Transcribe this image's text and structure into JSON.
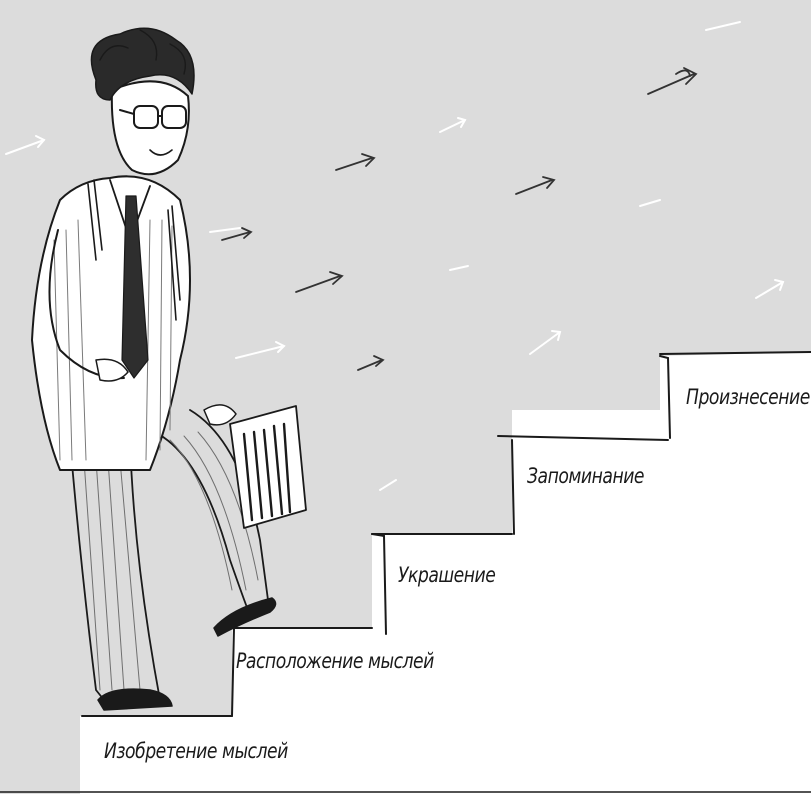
{
  "colors": {
    "background": "#dcdcdc",
    "stairs": "#ffffff",
    "ink": "#1a1a1a",
    "arrow_stroke": "#ffffff"
  },
  "illustration": {
    "subject": "sketch of a man in a suit with a folder, climbing stairs",
    "arrow_icon": "arrow-icon"
  },
  "steps": [
    {
      "label": "Изобретение мыслей"
    },
    {
      "label": "Расположение мыслей"
    },
    {
      "label": "Украшение"
    },
    {
      "label": "Запоминание"
    },
    {
      "label": "Произнесение"
    }
  ]
}
